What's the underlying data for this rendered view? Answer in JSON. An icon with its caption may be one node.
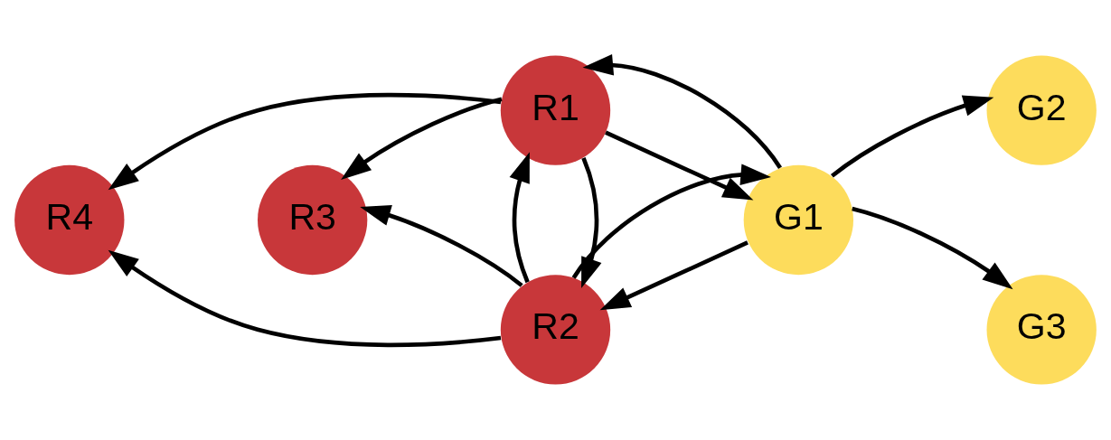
{
  "diagram": {
    "nodes": [
      {
        "text": [
          "R1"
        ]
      },
      {
        "text": [
          "G2"
        ]
      },
      {
        "text": [
          "R4"
        ]
      },
      {
        "text": [
          "R3"
        ]
      },
      {
        "text": [
          "G1"
        ]
      },
      {
        "text": [
          "G3"
        ]
      },
      {
        "text": [
          "R2"
        ]
      }
    ],
    "edges": [
      {
        "from": 0,
        "to": 2,
        "arrow": "to"
      },
      {
        "from": 0,
        "to": 3,
        "arrow": "to"
      },
      {
        "from": 0,
        "to": 6,
        "arrow": "to"
      },
      {
        "from": 6,
        "to": 0,
        "arrow": "to"
      },
      {
        "from": 0,
        "to": 4,
        "arrow": "to"
      },
      {
        "from": 4,
        "to": 0,
        "arrow": "to"
      },
      {
        "from": 6,
        "to": 2,
        "arrow": "to"
      },
      {
        "from": 6,
        "to": 3,
        "arrow": "to"
      },
      {
        "from": 4,
        "to": 6,
        "arrow": "to"
      },
      {
        "from": 6,
        "to": 4,
        "arrow": "to"
      },
      {
        "from": 4,
        "to": 1,
        "arrow": "to"
      },
      {
        "from": 4,
        "to": 5,
        "arrow": "to"
      }
    ]
  }
}
